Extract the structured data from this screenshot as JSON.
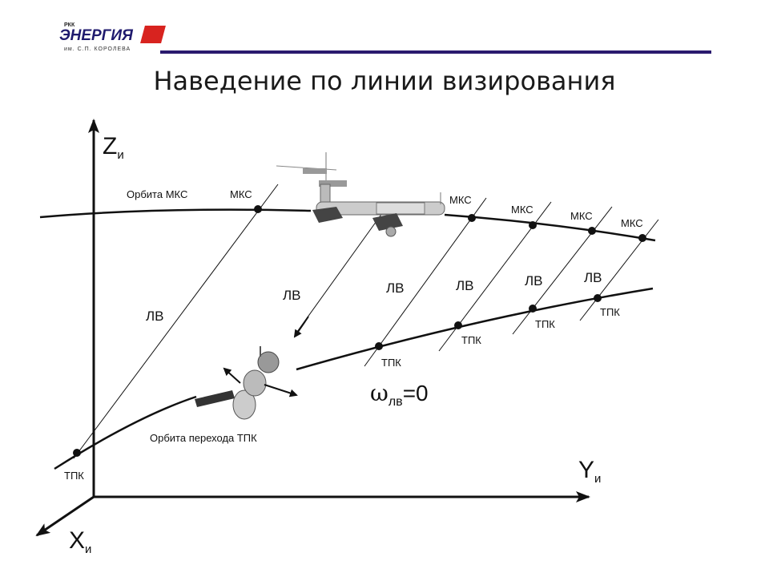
{
  "header": {
    "logo": {
      "rkk": "РКК",
      "name": "ЭНЕРГИЯ",
      "sub": "им. С.П. КОРОЛЕВА"
    },
    "title": "Наведение по линии визирования",
    "accent": "#2a1a6e",
    "logo_red": "#d8231f"
  },
  "diagram": {
    "axes": {
      "z": "Z",
      "z_sub": "и",
      "y": "Y",
      "y_sub": "и",
      "x": "X",
      "x_sub": "и"
    },
    "iss_orbit_label": "Орбита МКС",
    "transfer_orbit_label": "Орбита перехода ТПК",
    "iss_labels": [
      "МКС",
      "МКС",
      "МКС",
      "МКС",
      "МКС"
    ],
    "tpk_labels": [
      "ТПК",
      "ТПК",
      "ТПК",
      "ТПК",
      "ТПК"
    ],
    "lv_labels": [
      "ЛВ",
      "ЛВ",
      "ЛВ",
      "ЛВ",
      "ЛВ",
      "ЛВ"
    ],
    "omega": "ω",
    "omega_sub": "лв",
    "omega_value": "=0"
  }
}
